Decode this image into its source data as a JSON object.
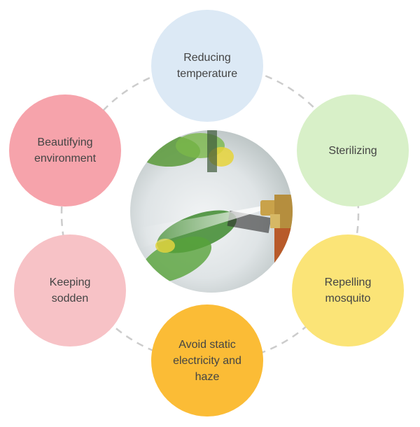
{
  "diagram": {
    "center": {
      "image": "mist-spray-nozzle-photo"
    },
    "benefits": [
      {
        "id": "reducing-temperature",
        "lines": [
          "Reducing",
          "temperature"
        ],
        "color": "#dce9f5"
      },
      {
        "id": "sterilizing",
        "lines": [
          "Sterilizing"
        ],
        "color": "#d8f0c8"
      },
      {
        "id": "repelling-mosquito",
        "lines": [
          "Repelling",
          "mosquito"
        ],
        "color": "#fbe477"
      },
      {
        "id": "avoid-static",
        "lines": [
          "Avoid static",
          "electricity and haze"
        ],
        "color": "#fbbc36"
      },
      {
        "id": "keeping-sodden",
        "lines": [
          "Keeping",
          "sodden"
        ],
        "color": "#f7c2c6"
      },
      {
        "id": "beautifying-environment",
        "lines": [
          "Beautifying",
          "environment"
        ],
        "color": "#f6a3ab"
      }
    ],
    "ring_color": "#cccccc"
  }
}
